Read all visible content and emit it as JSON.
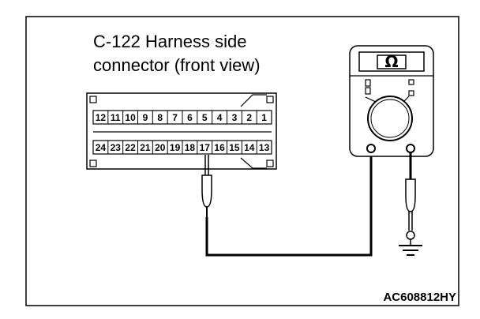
{
  "diagram": {
    "title_line1": "C-122 Harness side",
    "title_line2": "connector (front view)",
    "connector": {
      "top_row": [
        "12",
        "11",
        "10",
        "9",
        "8",
        "7",
        "6",
        "5",
        "4",
        "3",
        "2",
        "1"
      ],
      "bottom_row": [
        "24",
        "23",
        "22",
        "21",
        "20",
        "19",
        "18",
        "17",
        "16",
        "15",
        "14",
        "13"
      ],
      "probed_pin": "17"
    },
    "meter_symbol": "Ω",
    "figure_code": "AC608812HY"
  }
}
